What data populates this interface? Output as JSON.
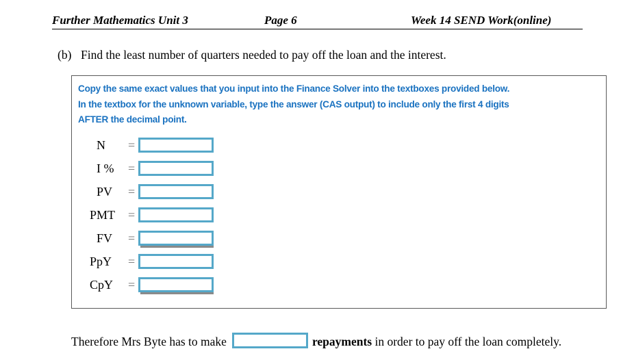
{
  "header": {
    "left": "Further Mathematics Unit 3",
    "middle": "Page 6",
    "right": "Week 14 SEND Work(online)"
  },
  "question": {
    "label": "(b)",
    "text": "Find the least number of quarters needed to pay off the loan and the interest."
  },
  "panel": {
    "instructions": [
      "Copy the same exact values that you input into the Finance Solver into the textboxes provided below.",
      "In the textbox for the unknown variable, type the answer (CAS output) to include only the first 4 digits",
      "AFTER the decimal point."
    ],
    "instruction_color": "#1a72c0",
    "border_color": "#595959",
    "fields": [
      {
        "label": "N",
        "equals": "=",
        "value": "",
        "placeholder": "",
        "shadow": false
      },
      {
        "label": "I %",
        "equals": "=",
        "value": "",
        "placeholder": "",
        "shadow": false
      },
      {
        "label": "PV",
        "equals": "=",
        "value": "",
        "placeholder": "",
        "shadow": false
      },
      {
        "label": "PMT",
        "equals": "=",
        "value": "",
        "placeholder": "",
        "shadow": false
      },
      {
        "label": "FV",
        "equals": "=",
        "value": "",
        "placeholder": "",
        "shadow": true
      },
      {
        "label": "PpY",
        "equals": "=",
        "value": "",
        "placeholder": "",
        "shadow": false
      },
      {
        "label": "CpY",
        "equals": "=",
        "value": "",
        "placeholder": "",
        "shadow": true
      }
    ],
    "textbox_border_color": "#55a8c9"
  },
  "conclusion": {
    "before": "Therefore Mrs Byte has to make",
    "answer_value": "",
    "answer_placeholder": "",
    "bold_word": "repayments",
    "after": "in order to pay off the loan completely."
  }
}
